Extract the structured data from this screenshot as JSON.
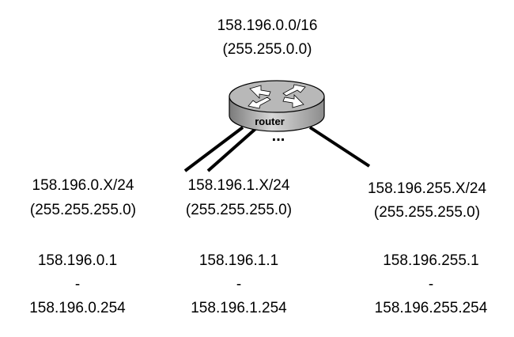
{
  "top_network": {
    "cidr": "158.196.0.0/16",
    "mask": "(255.255.0.0)"
  },
  "router": {
    "label": "router"
  },
  "ellipsis": "...",
  "subnets": [
    {
      "cidr": "158.196.0.X/24",
      "mask": "(255.255.255.0)",
      "range_start": "158.196.0.1",
      "dash": "-",
      "range_end": "158.196.0.254"
    },
    {
      "cidr": "158.196.1.X/24",
      "mask": "(255.255.255.0)",
      "range_start": "158.196.1.1",
      "dash": "-",
      "range_end": "158.196.1.254"
    },
    {
      "cidr": "158.196.255.X/24",
      "mask": "(255.255.255.0)",
      "range_start": "158.196.255.1",
      "dash": "-",
      "range_end": "158.196.255.254"
    }
  ]
}
